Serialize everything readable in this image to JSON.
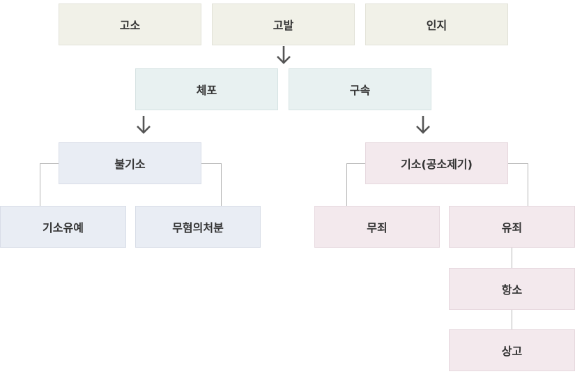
{
  "row1": {
    "complaint": "고소",
    "accusation": "고발",
    "cognizance": "인지"
  },
  "row2": {
    "arrest": "체포",
    "detention": "구속"
  },
  "left_branch": {
    "no_indictment": "불기소",
    "deferred": "기소유예",
    "no_suspicion": "무혐의처분"
  },
  "right_branch": {
    "indictment": "기소(공소제기)",
    "not_guilty": "무죄",
    "guilty": "유죄",
    "appeal": "항소",
    "final_appeal": "상고"
  },
  "colors": {
    "start": "#f1f1e8",
    "mid": "#e8f1f1",
    "left": "#e9edf4",
    "right": "#f3e9ed",
    "arrow": "#555555",
    "line": "#b4b4b4"
  },
  "icons": {
    "down_arrow": "arrow-down-icon"
  }
}
